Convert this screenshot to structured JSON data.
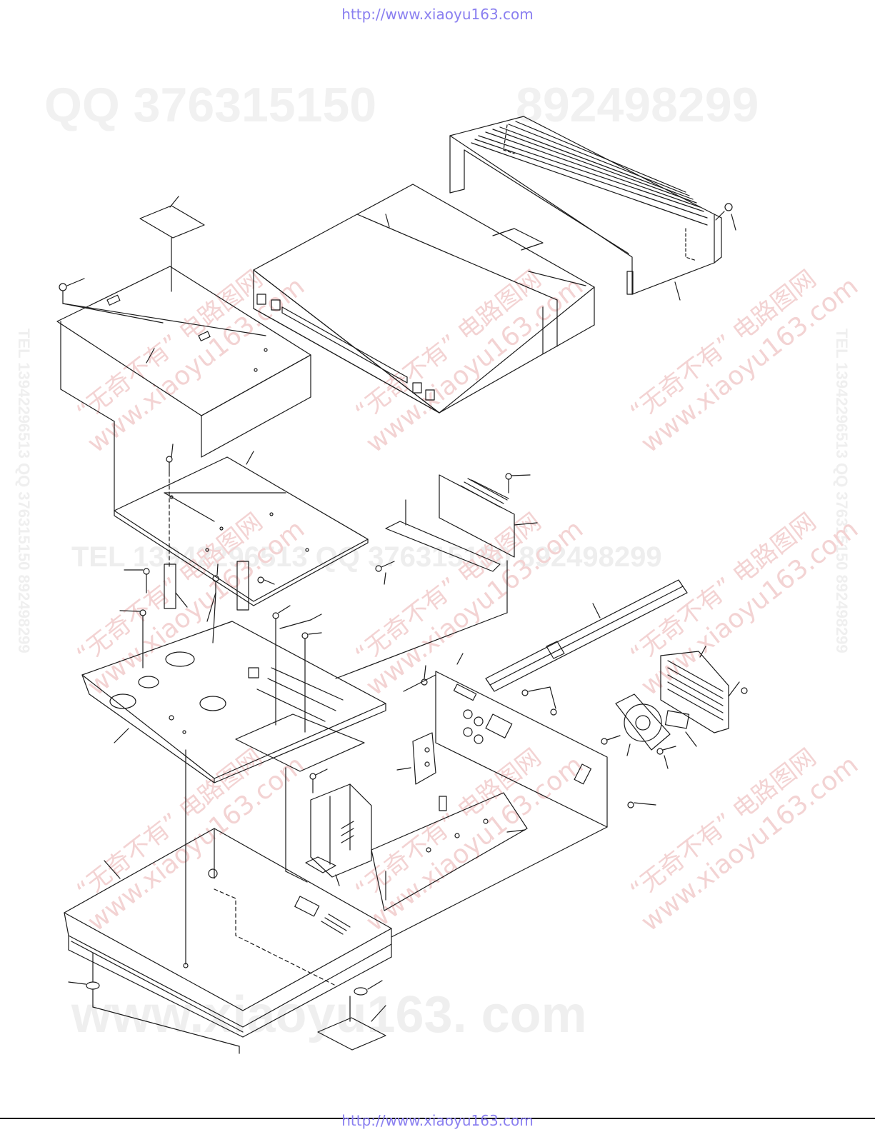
{
  "header": {
    "url": "http://www.xiaoyu163.com"
  },
  "footer": {
    "url": "http://www.xiaoyu163.com"
  },
  "watermarks": {
    "qq": "QQ 376315150",
    "number": "892498299",
    "tel_line": "TEL 13942296513   QQ 376315150  892498299",
    "site": "www.xiaoyu163.com",
    "side_left": "TEL 13942296513  QQ 376315150  892498299",
    "side_right": "TEL 13942296513  QQ 376315150  892498299",
    "diag_cn": "“无奇不有” 电路图网",
    "diag_site": "www.xiaoyu163.com",
    "bottom_big": "www.xiaoyu163. com"
  },
  "colors": {
    "line": "#1a1a1a",
    "link": "#8a7ff0",
    "watermark_red": "#f3d3d3",
    "watermark_gray": "#f1f1f1"
  }
}
